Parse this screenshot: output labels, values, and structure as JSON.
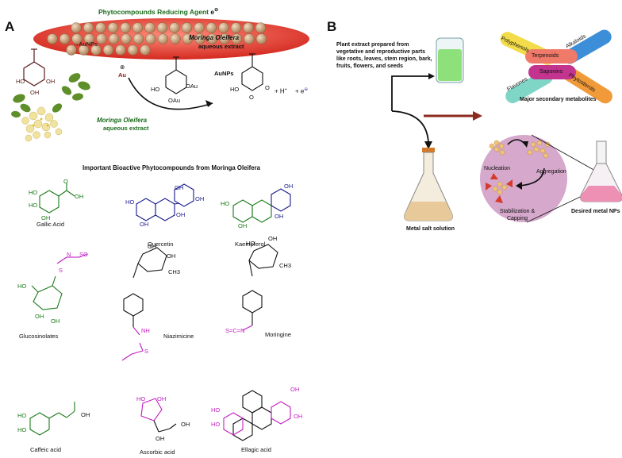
{
  "panel_a": {
    "letter": "A",
    "reducing_agent_label": "Phytocompounds Reducing Agent",
    "electron_symbol": "e",
    "ellipse_arrow_label": "AuNPs",
    "ellipse_plant_name": "Moringa Oleifera",
    "ellipse_plant_sub": "aqueous extract",
    "au_ion_label": "Au",
    "au_ion_charge": "⊕",
    "product_label": "AuNPs",
    "plant_photo_name": "Moringa Oleifera",
    "plant_photo_sub": "aqueous extract",
    "h_plus": "+ H",
    "e_minus": "+ e",
    "compounds_title": "Important Bioactive Phytocompounds from Moringa Oleifera",
    "compounds": [
      {
        "name": "Gallic Acid"
      },
      {
        "name": "Quercetin"
      },
      {
        "name": "Kaempferol"
      },
      {
        "name": "Glucosinolates"
      },
      {
        "name": "Niazimicine"
      },
      {
        "name": "Moringine"
      },
      {
        "name": "Caffeic acid"
      },
      {
        "name": "Ascorbic acid"
      },
      {
        "name": "Ellagic acid"
      }
    ],
    "atoms": {
      "oh": "OH",
      "o": "O",
      "ho": "HO",
      "s": "S",
      "n": "N",
      "nh": "NH",
      "ch3": "CH3",
      "so2": "SO",
      "oau": "OAu",
      "scn": "S=C=N"
    }
  },
  "panel_b": {
    "letter": "B",
    "plant_extract_text": "Plant extract prepared from vegetative and reproductive parts like roots, leaves, stem region, bark, fruits, flowers, and seeds",
    "metabolites": [
      "Polyphenols",
      "Alkaloids",
      "Terpenoids",
      "Flavones",
      "Saponins",
      "Phytosterols"
    ],
    "metabolites_caption": "Major secondary metabolites",
    "metal_salt_label": "Metal salt solution",
    "nucleation_label": "Nucleation",
    "aggregation_label": "Aggregation",
    "stabilization_label": "Stabilization & Capping",
    "desired_label": "Desired metal NPs"
  },
  "colors": {
    "ellipse_red": "#e0352b",
    "bead": "#c9a27a",
    "green_structure": "#1a7a1a",
    "blue_structure": "#1a1a8c",
    "magenta": "#c21ec2",
    "maroon_arrow": "#8b2a1e",
    "circle_fill": "#d5a8cc"
  }
}
